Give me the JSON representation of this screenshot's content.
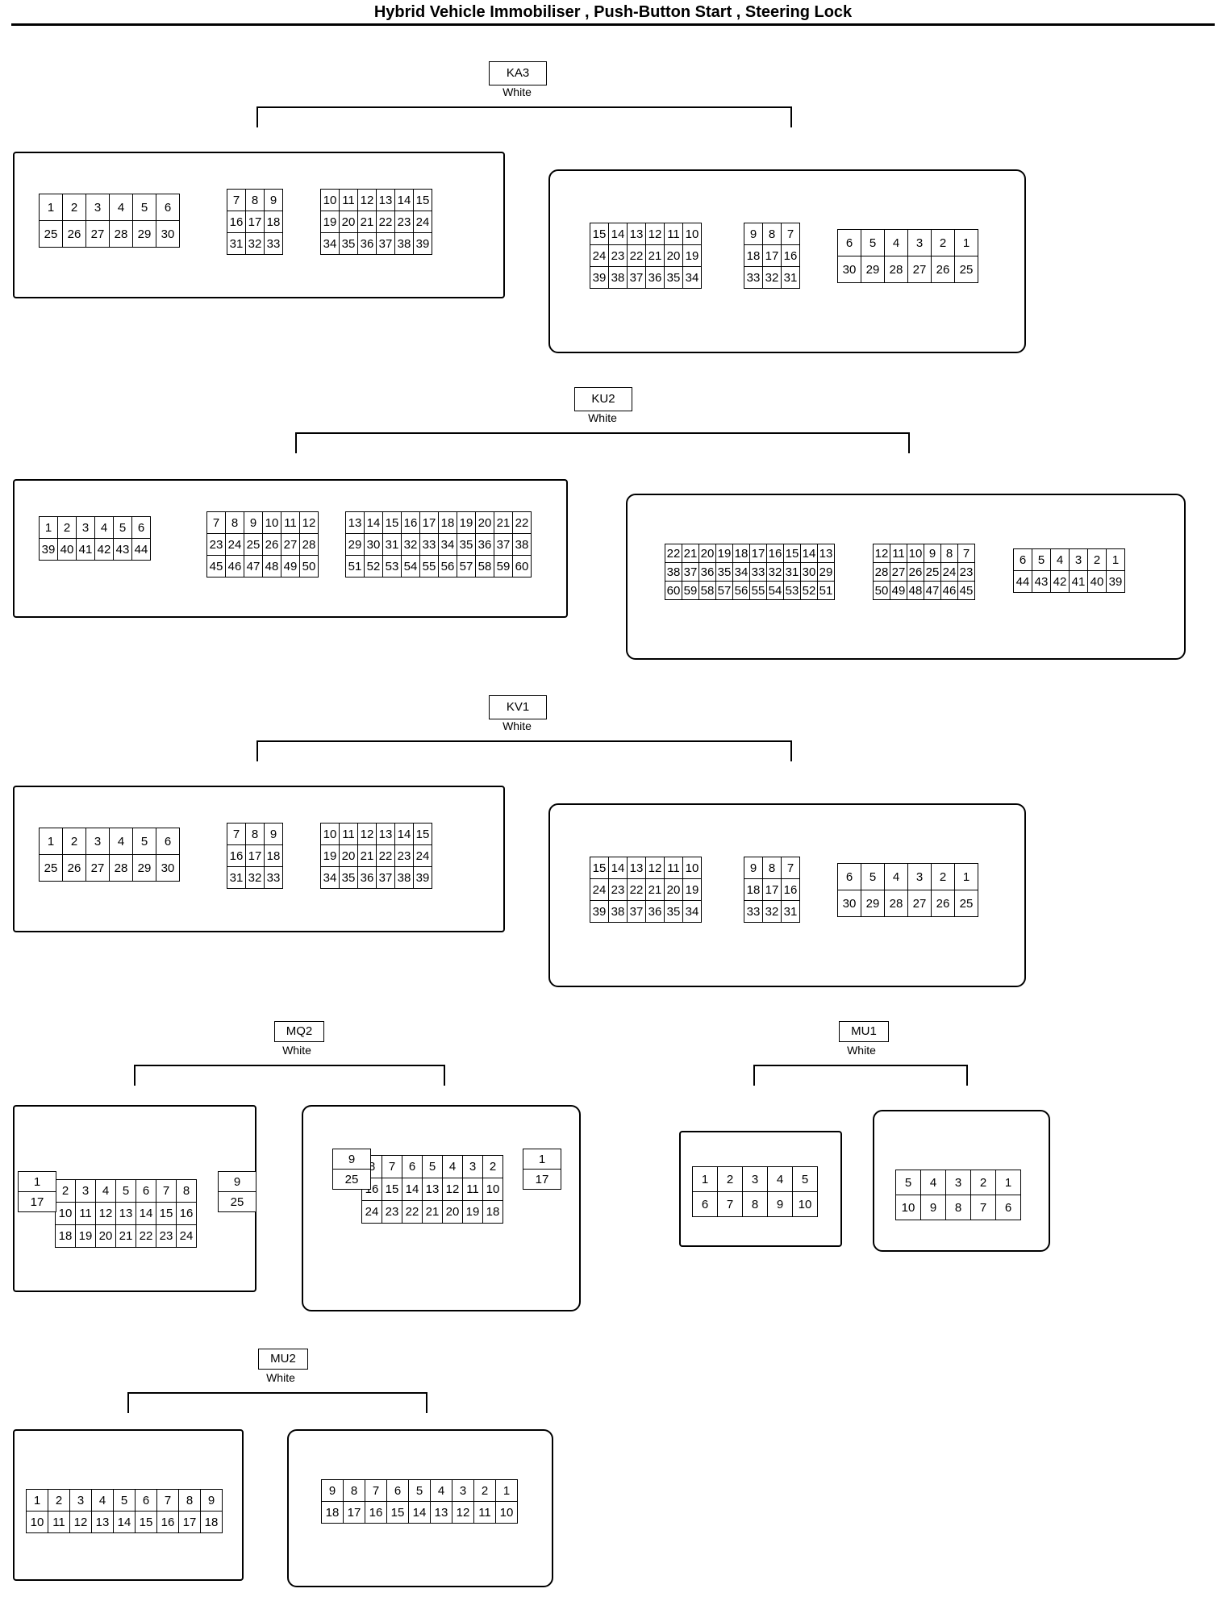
{
  "title": "Hybrid Vehicle Immobiliser , Push-Button Start , Steering Lock",
  "connectors": [
    {
      "name": "KA3",
      "color": "White",
      "left": {
        "groups": [
          [
            [
              "1",
              "2",
              "3",
              "4",
              "5",
              "6"
            ],
            [
              "25",
              "26",
              "27",
              "28",
              "29",
              "30"
            ]
          ],
          [
            [
              "7",
              "8",
              "9"
            ],
            [
              "16",
              "17",
              "18"
            ],
            [
              "31",
              "32",
              "33"
            ]
          ],
          [
            [
              "10",
              "11",
              "12",
              "13",
              "14",
              "15"
            ],
            [
              "19",
              "20",
              "21",
              "22",
              "23",
              "24"
            ],
            [
              "34",
              "35",
              "36",
              "37",
              "38",
              "39"
            ]
          ]
        ]
      },
      "right": {
        "groups": [
          [
            [
              "15",
              "14",
              "13",
              "12",
              "11",
              "10"
            ],
            [
              "24",
              "23",
              "22",
              "21",
              "20",
              "19"
            ],
            [
              "39",
              "38",
              "37",
              "36",
              "35",
              "34"
            ]
          ],
          [
            [
              "9",
              "8",
              "7"
            ],
            [
              "18",
              "17",
              "16"
            ],
            [
              "33",
              "32",
              "31"
            ]
          ],
          [
            [
              "6",
              "5",
              "4",
              "3",
              "2",
              "1"
            ],
            [
              "30",
              "29",
              "28",
              "27",
              "26",
              "25"
            ]
          ]
        ]
      }
    },
    {
      "name": "KU2",
      "color": "White",
      "left": {
        "groups": [
          [
            [
              "1",
              "2",
              "3",
              "4",
              "5",
              "6"
            ],
            [
              "39",
              "40",
              "41",
              "42",
              "43",
              "44"
            ]
          ],
          [
            [
              "7",
              "8",
              "9",
              "10",
              "11",
              "12"
            ],
            [
              "23",
              "24",
              "25",
              "26",
              "27",
              "28"
            ],
            [
              "45",
              "46",
              "47",
              "48",
              "49",
              "50"
            ]
          ],
          [
            [
              "13",
              "14",
              "15",
              "16",
              "17",
              "18",
              "19",
              "20",
              "21",
              "22"
            ],
            [
              "29",
              "30",
              "31",
              "32",
              "33",
              "34",
              "35",
              "36",
              "37",
              "38"
            ],
            [
              "51",
              "52",
              "53",
              "54",
              "55",
              "56",
              "57",
              "58",
              "59",
              "60"
            ]
          ]
        ]
      },
      "right": {
        "groups": [
          [
            [
              "22",
              "21",
              "20",
              "19",
              "18",
              "17",
              "16",
              "15",
              "14",
              "13"
            ],
            [
              "38",
              "37",
              "36",
              "35",
              "34",
              "33",
              "32",
              "31",
              "30",
              "29"
            ],
            [
              "60",
              "59",
              "58",
              "57",
              "56",
              "55",
              "54",
              "53",
              "52",
              "51"
            ]
          ],
          [
            [
              "12",
              "11",
              "10",
              "9",
              "8",
              "7"
            ],
            [
              "28",
              "27",
              "26",
              "25",
              "24",
              "23"
            ],
            [
              "50",
              "49",
              "48",
              "47",
              "46",
              "45"
            ]
          ],
          [
            [
              "6",
              "5",
              "4",
              "3",
              "2",
              "1"
            ],
            [
              "44",
              "43",
              "42",
              "41",
              "40",
              "39"
            ]
          ]
        ]
      }
    },
    {
      "name": "KV1",
      "color": "White",
      "left": {
        "groups": [
          [
            [
              "1",
              "2",
              "3",
              "4",
              "5",
              "6"
            ],
            [
              "25",
              "26",
              "27",
              "28",
              "29",
              "30"
            ]
          ],
          [
            [
              "7",
              "8",
              "9"
            ],
            [
              "16",
              "17",
              "18"
            ],
            [
              "31",
              "32",
              "33"
            ]
          ],
          [
            [
              "10",
              "11",
              "12",
              "13",
              "14",
              "15"
            ],
            [
              "19",
              "20",
              "21",
              "22",
              "23",
              "24"
            ],
            [
              "34",
              "35",
              "36",
              "37",
              "38",
              "39"
            ]
          ]
        ]
      },
      "right": {
        "groups": [
          [
            [
              "15",
              "14",
              "13",
              "12",
              "11",
              "10"
            ],
            [
              "24",
              "23",
              "22",
              "21",
              "20",
              "19"
            ],
            [
              "39",
              "38",
              "37",
              "36",
              "35",
              "34"
            ]
          ],
          [
            [
              "9",
              "8",
              "7"
            ],
            [
              "18",
              "17",
              "16"
            ],
            [
              "33",
              "32",
              "31"
            ]
          ],
          [
            [
              "6",
              "5",
              "4",
              "3",
              "2",
              "1"
            ],
            [
              "30",
              "29",
              "28",
              "27",
              "26",
              "25"
            ]
          ]
        ]
      }
    },
    {
      "name": "MQ2",
      "color": "White",
      "left": {
        "side_left": [
          "1",
          "17"
        ],
        "groups": [
          [
            [
              "2",
              "3",
              "4",
              "5",
              "6",
              "7",
              "8"
            ],
            [
              "10",
              "11",
              "12",
              "13",
              "14",
              "15",
              "16"
            ],
            [
              "18",
              "19",
              "20",
              "21",
              "22",
              "23",
              "24"
            ]
          ]
        ],
        "side_right": [
          "9",
          "25"
        ]
      },
      "right": {
        "side_left": [
          "9",
          "25"
        ],
        "groups": [
          [
            [
              "8",
              "7",
              "6",
              "5",
              "4",
              "3",
              "2"
            ],
            [
              "16",
              "15",
              "14",
              "13",
              "12",
              "11",
              "10"
            ],
            [
              "24",
              "23",
              "22",
              "21",
              "20",
              "19",
              "18"
            ]
          ]
        ],
        "side_right": [
          "1",
          "17"
        ]
      }
    },
    {
      "name": "MU1",
      "color": "White",
      "left": {
        "groups": [
          [
            [
              "1",
              "2",
              "3",
              "4",
              "5"
            ],
            [
              "6",
              "7",
              "8",
              "9",
              "10"
            ]
          ]
        ]
      },
      "right": {
        "groups": [
          [
            [
              "5",
              "4",
              "3",
              "2",
              "1"
            ],
            [
              "10",
              "9",
              "8",
              "7",
              "6"
            ]
          ]
        ]
      }
    },
    {
      "name": "MU2",
      "color": "White",
      "left": {
        "groups": [
          [
            [
              "1",
              "2",
              "3",
              "4",
              "5",
              "6",
              "7",
              "8",
              "9"
            ],
            [
              "10",
              "11",
              "12",
              "13",
              "14",
              "15",
              "16",
              "17",
              "18"
            ]
          ]
        ]
      },
      "right": {
        "groups": [
          [
            [
              "9",
              "8",
              "7",
              "6",
              "5",
              "4",
              "3",
              "2",
              "1"
            ],
            [
              "18",
              "17",
              "16",
              "15",
              "14",
              "13",
              "12",
              "11",
              "10"
            ]
          ]
        ]
      }
    }
  ]
}
